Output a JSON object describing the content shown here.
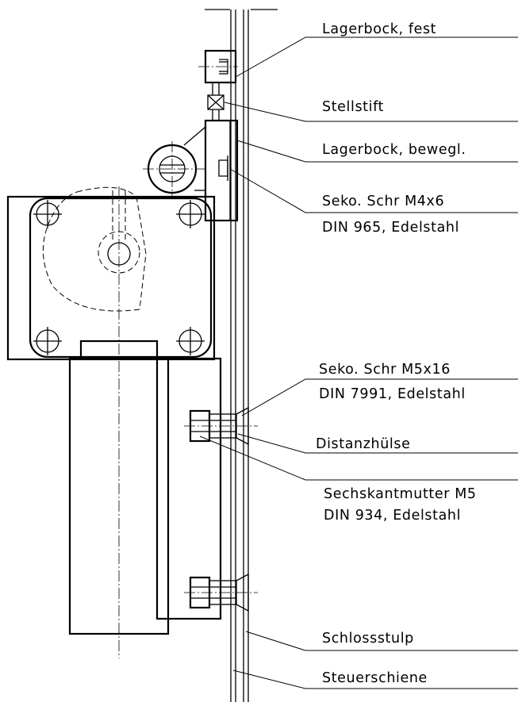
{
  "labels": {
    "lagerbock_fest": "Lagerbock, fest",
    "stellstift": "Stellstift",
    "lagerbock_bewegl": "Lagerbock, bewegl.",
    "seko_m4_line1": "Seko. Schr M4x6",
    "seko_m4_line2": "DIN 965, Edelstahl",
    "seko_m5_line1": "Seko. Schr M5x16",
    "seko_m5_line2": "DIN 7991, Edelstahl",
    "distanzhuelse": "Distanzhülse",
    "sechskant_line1": "Sechskantmutter M5",
    "sechskant_line2": "DIN 934, Edelstahl",
    "schlossstulp": "Schlossstulp",
    "steuerschiene": "Steuerschiene"
  }
}
